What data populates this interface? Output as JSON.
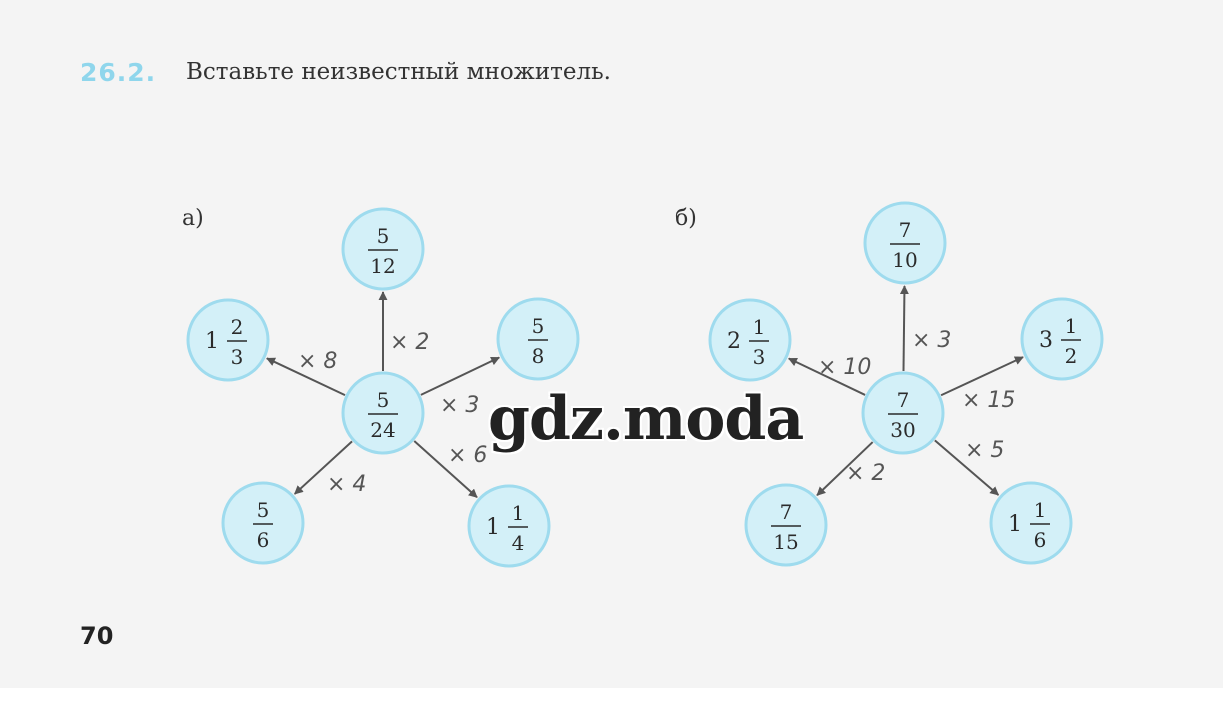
{
  "task": {
    "number": "26.2.",
    "instruction": "Вставьте неизвестный множитель."
  },
  "page_number": "70",
  "watermark": "gdz.moda",
  "parts": [
    {
      "label": "а)",
      "center": {
        "whole": "",
        "num": "5",
        "den": "24"
      },
      "spokes": [
        {
          "factor": "× 8",
          "value": {
            "whole": "1",
            "num": "2",
            "den": "3"
          }
        },
        {
          "factor": "× 2",
          "value": {
            "whole": "",
            "num": "5",
            "den": "12"
          }
        },
        {
          "factor": "× 3",
          "value": {
            "whole": "",
            "num": "5",
            "den": "8"
          }
        },
        {
          "factor": "× 6",
          "value": {
            "whole": "1",
            "num": "1",
            "den": "4"
          }
        },
        {
          "factor": "× 4",
          "value": {
            "whole": "",
            "num": "5",
            "den": "6"
          }
        }
      ]
    },
    {
      "label": "б)",
      "center": {
        "whole": "",
        "num": "7",
        "den": "30"
      },
      "spokes": [
        {
          "factor": "× 10",
          "value": {
            "whole": "2",
            "num": "1",
            "den": "3"
          }
        },
        {
          "factor": "× 3",
          "value": {
            "whole": "",
            "num": "7",
            "den": "10"
          }
        },
        {
          "factor": "× 15",
          "value": {
            "whole": "3",
            "num": "1",
            "den": "2"
          }
        },
        {
          "factor": "× 5",
          "value": {
            "whole": "1",
            "num": "1",
            "den": "6"
          }
        },
        {
          "factor": "× 2",
          "value": {
            "whole": "",
            "num": "7",
            "den": "15"
          }
        }
      ]
    }
  ],
  "colors": {
    "circle_fill": "#d3f0f8",
    "circle_stroke": "#9edbee",
    "task_number": "#8fd6ec"
  }
}
